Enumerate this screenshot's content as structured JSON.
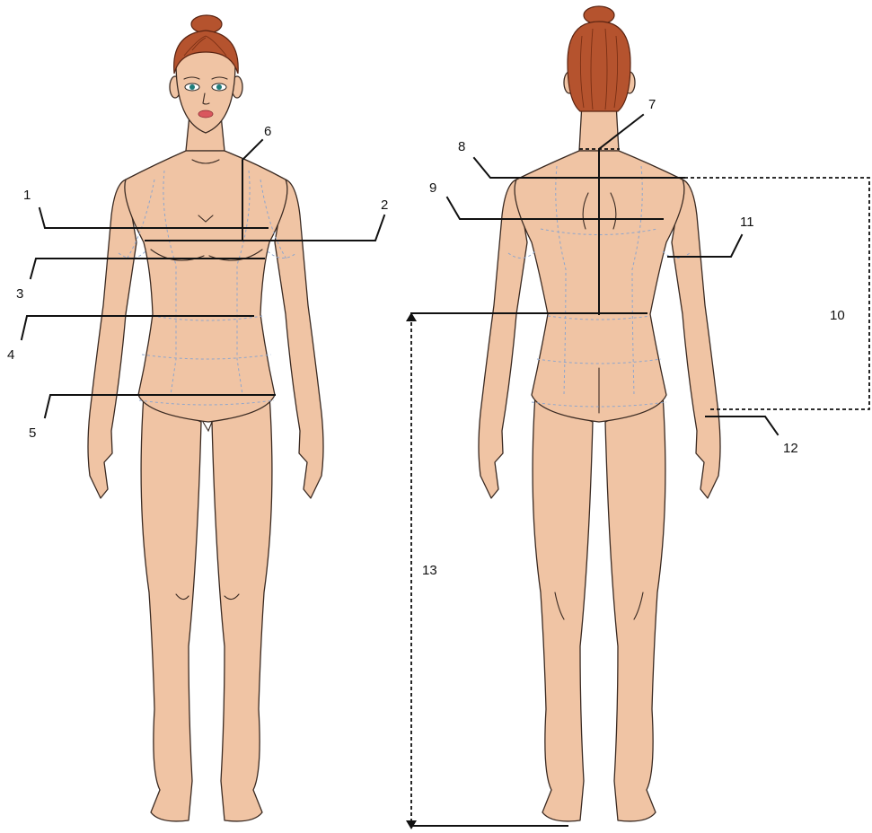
{
  "labels": {
    "m1": "1",
    "m2": "2",
    "m3": "3",
    "m4": "4",
    "m5": "5",
    "m6": "6",
    "m7": "7",
    "m8": "8",
    "m9": "9",
    "m10": "10",
    "m11": "11",
    "m12": "12",
    "m13": "13"
  },
  "colors": {
    "skin": "#f0c4a4",
    "hair": "#b5532e",
    "outline": "#3a2a22",
    "guide": "#8fa6cc",
    "measure": "#111111"
  }
}
